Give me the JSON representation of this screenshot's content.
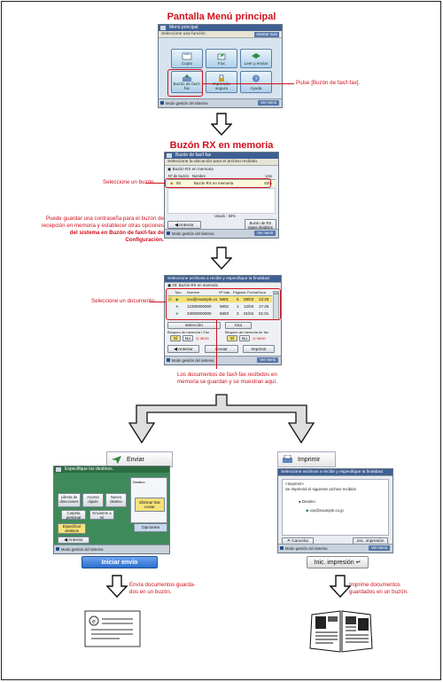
{
  "labels": {
    "title_main": "Pantalla Menú principal",
    "title_mem": "Buzón RX en memoria",
    "note_press": "Pulse [Buzón de fax/I-fax].",
    "note_select_box": "Seleccione un buzón",
    "note_password_1": "Puede guardar una contraseña para el buzón de",
    "note_password_2": "recepción en memoria y establecer otras opciones",
    "note_password_3": "del sistema en Buzón de fax/I-fax de Configuración.",
    "note_select_doc": "Seleccione un documento",
    "note_stored_1": "Los documentos de fax/I-fax recibidos en",
    "note_stored_2": "memoria se guardan y se muestran aquí.",
    "tab_send": "Enviar",
    "tab_print": "Imprimir",
    "btn_start_send": "Iniciar envío",
    "btn_start_print": "Inic. impresión",
    "note_sends_1": "Envía documentos guarda-",
    "note_sends_2": "dos en un buzón.",
    "note_prints_1": "Imprime documentos",
    "note_prints_2": "guardados en un buzón."
  },
  "screen_menu": {
    "title": "Menú principal",
    "subtitle": "Seleccione una función.",
    "show_all": "Mostrar todo",
    "tiles": [
      "Copia",
      "Fax",
      "Leer y enviar",
      "Buzón de fax/I-fax",
      "Impresión segura",
      "Ayuda"
    ],
    "footer": "Modo gestión del sistema",
    "footer_btn": "Ver menú"
  },
  "screen_mem": {
    "title": "Buzón de fax/I-fax",
    "subtitle": "Seleccione la ubicación para el archivo recibido.",
    "section": "Buzón RX en memoria",
    "col_box": "Nº de buzón",
    "col_name": "Nombre",
    "col_use": "Uso",
    "row_num": "00",
    "row_name": "Buzón RX en memoria",
    "row_use": "53%",
    "used": "Usado : 53%",
    "prev": "Anterior",
    "btn_box": "Buzón de RX datos divididos",
    "footer": "Modo gestión del sistema",
    "footer_btn": "Ver menú"
  },
  "screen_docs": {
    "subtitle": "Seleccione archivos a recibir y especifique la finalidad.",
    "header": "00: Buzón RX en memoria",
    "col_type": "Tipo",
    "col_name": "Nombre",
    "col_num": "Nº trab.",
    "col_pages": "Páginas",
    "col_date": "Fecha/Hora",
    "rows": [
      {
        "name": "xxx@example.co",
        "num": "5801",
        "pages": "5",
        "date": "08/03",
        "time": "12:25"
      },
      {
        "name": "12300000000",
        "num": "5802",
        "pages": "1",
        "date": "12/03",
        "time": "17:25"
      },
      {
        "name": "23000000000",
        "num": "5803",
        "pages": "3",
        "date": "01/04",
        "time": "01:01"
      }
    ],
    "page_indicator": "1/1",
    "select_label": "selección",
    "detail_label": "Ima",
    "lock_label": "Bloqueo de memoria I-Fax",
    "lock_label2": "Bloqueo de memoria de fax",
    "yes": "Sí",
    "no": "No",
    "time1": "08:00",
    "time2": "08:00",
    "prev": "Anterior",
    "send": "Enviar",
    "print": "Imprimir",
    "footer": "Modo gestión del sistema",
    "footer_btn": "Ver menú"
  },
  "screen_send": {
    "title": "Especifique los destinos.",
    "btn_address_book": "Libreta de direcciones",
    "btn_quick": "Acceso rápido",
    "btn_new": "Nuevo destino",
    "btn_folder": "Carpeta personal",
    "btn_send_me": "Enviarme a mí",
    "btn_delete": "Eliminar tras enviar",
    "btn_specify": "Especificar destinos",
    "btn_options": "Opciones",
    "dest_label": "Destino",
    "prev": "Anterior",
    "footer": "Modo gestión del sistema"
  },
  "screen_print": {
    "title": "Seleccione archivos a recibir y especifique la finalidad.",
    "header": "<Imprimir>",
    "message": "Se imprimirá el siguiente archivo recibido",
    "dest_label": "Destino",
    "address": "xxx@example.co.jp",
    "cancel": "Cancelar",
    "start": "Inic. impresión",
    "footer": "Modo gestión del sistema",
    "footer_btn": "Ver menú"
  },
  "colors": {
    "accent_red": "#d0101c",
    "screen_bar": "#3e5f92",
    "send_green": "#4a8a50",
    "start_blue": "#2b6fcf"
  }
}
